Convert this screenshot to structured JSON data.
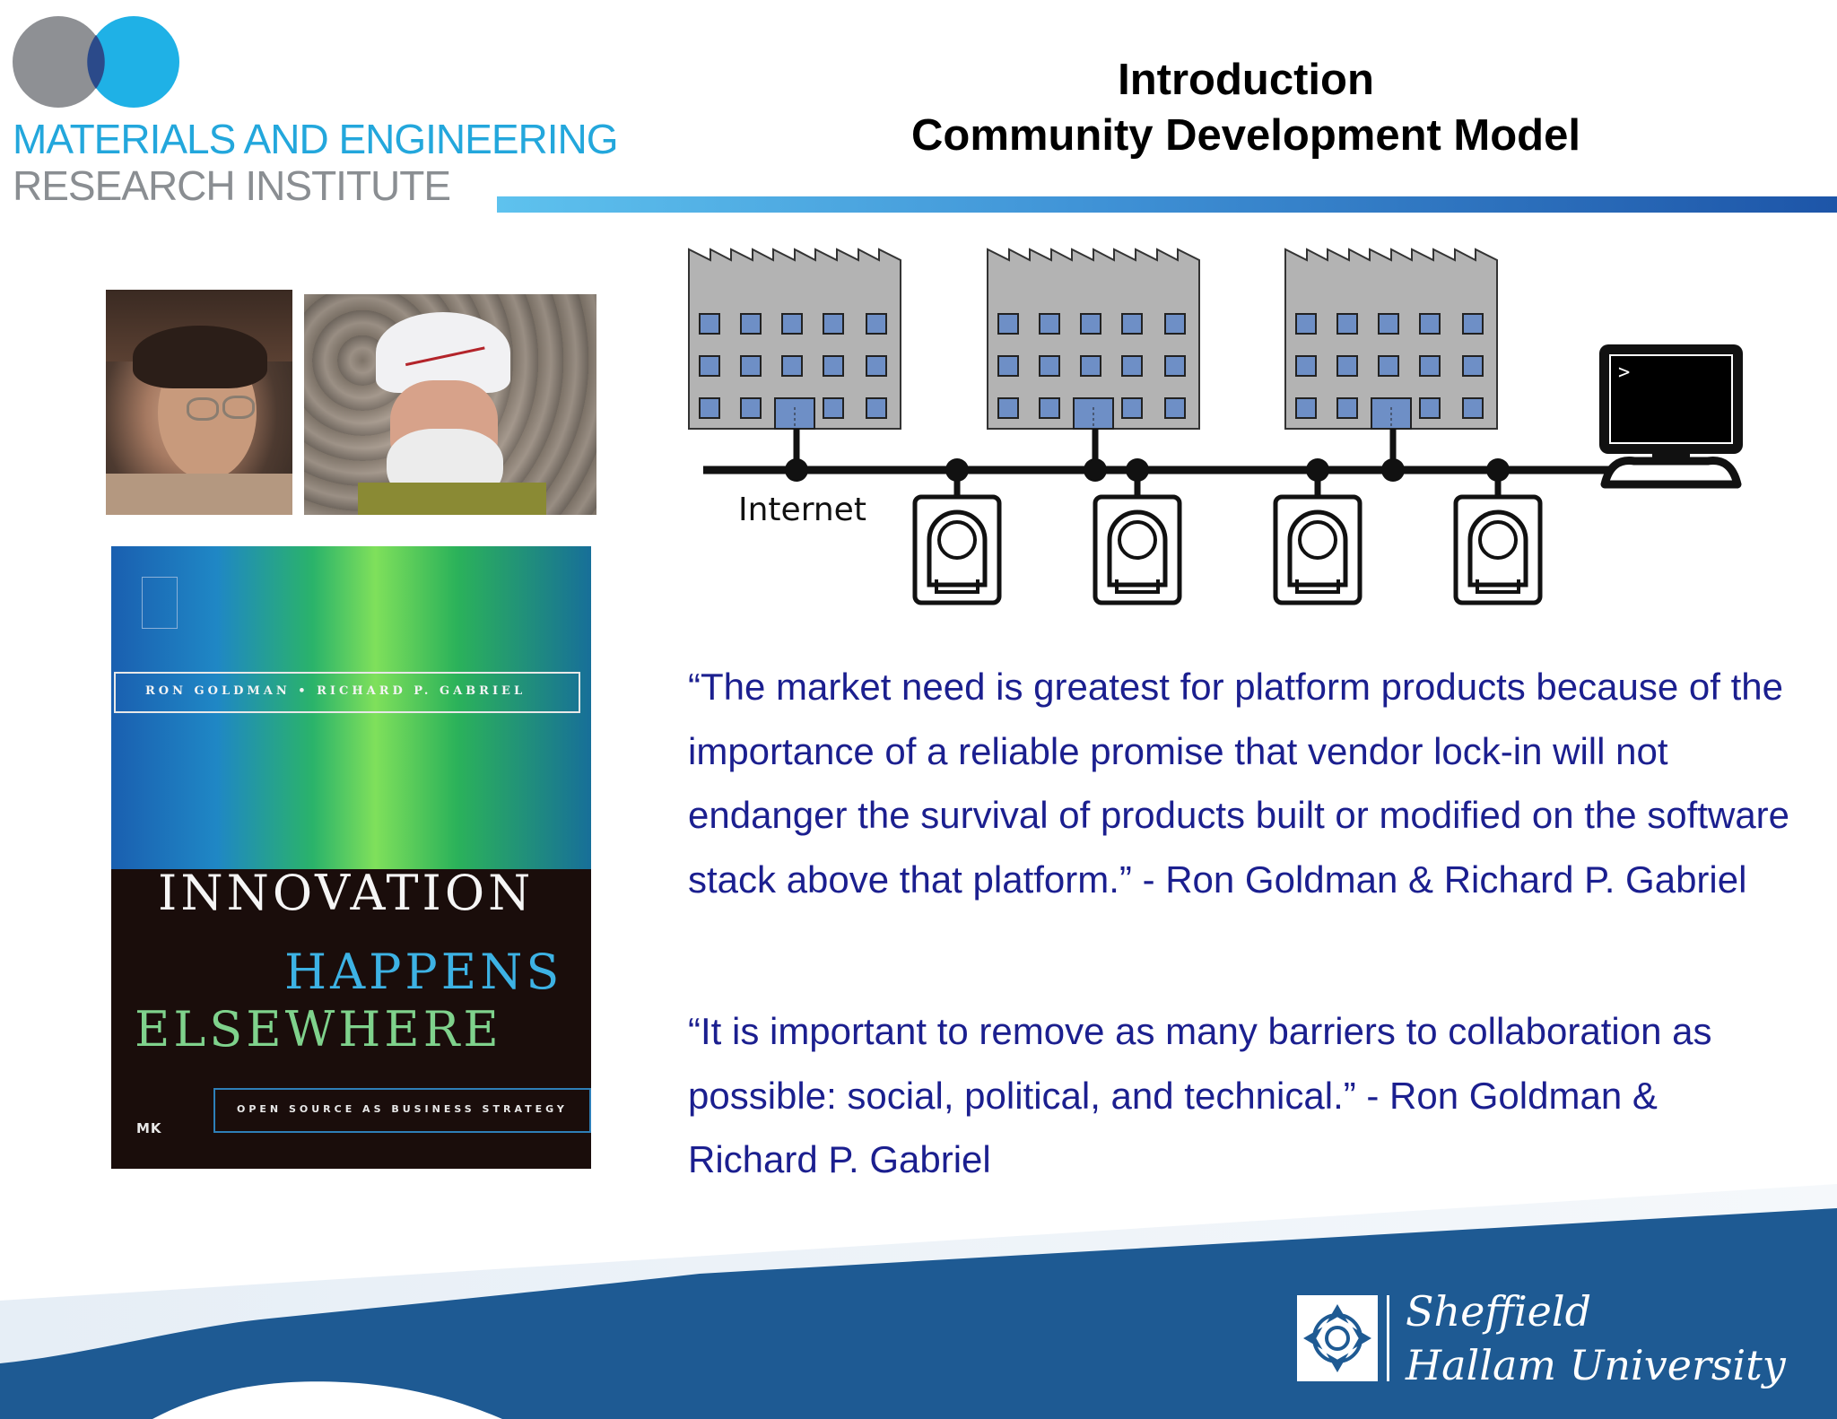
{
  "institute": {
    "line1": "MATERIALS AND ENGINEERING",
    "line2": "RESEARCH INSTITUTE",
    "colors": {
      "blue": "#23a7dc",
      "grey": "#8a8e92"
    }
  },
  "title": {
    "line1": "Introduction",
    "line2": "Community Development Model"
  },
  "book": {
    "authors": "RON GOLDMAN • RICHARD P. GABRIEL",
    "title_line1": "INNOVATION",
    "title_line2": "HAPPENS",
    "title_line3": "ELSEWHERE",
    "subtitle": "OPEN SOURCE AS BUSINESS STRATEGY",
    "publisher": "MK"
  },
  "diagram": {
    "network_label": "Internet",
    "terminal_prompt": ">",
    "building_count": 3,
    "device_count": 4
  },
  "quotes": [
    "“The market need is greatest for platform products because of the importance of a reliable promise that vendor lock-in will not endanger the survival of products built or modified on the software stack above that platform.” - Ron Goldman & Richard P. Gabriel",
    "“It is important to remove as many barriers to collaboration as possible: social, political, and technical.” - Ron Goldman & Richard P. Gabriel"
  ],
  "university": {
    "line1": "Sheffield",
    "line2": "Hallam University"
  },
  "colors": {
    "quote_text": "#1b1f8f",
    "footer_blue": "#1e5a93",
    "building_grey": "#b3b3b3",
    "window_blue": "#6e8fc6"
  }
}
